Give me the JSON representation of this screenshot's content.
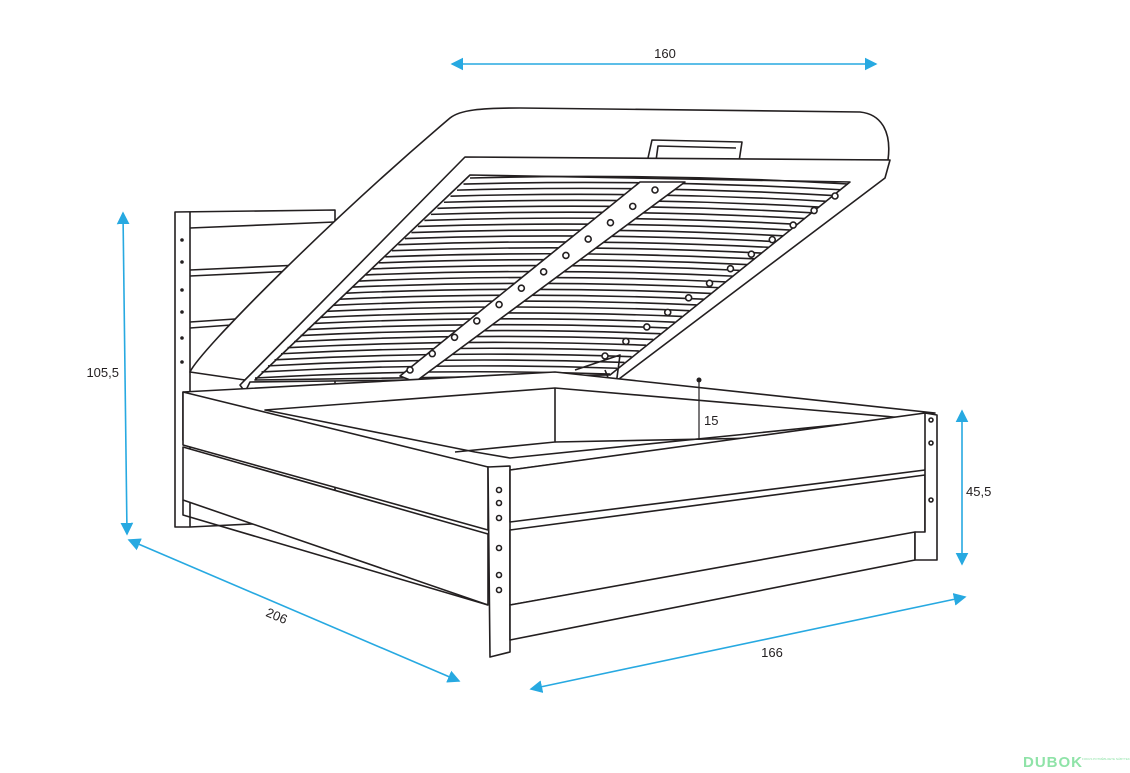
{
  "diagram": {
    "title": "Bed with lifting storage - dimensions",
    "dimensions": {
      "width_top": "160",
      "height_headboard": "105,5",
      "length": "206",
      "width_total": "166",
      "height_side": "45,5",
      "storage_depth": "15"
    },
    "colors": {
      "dimension_line": "#27a9e1",
      "outline": "#231f20",
      "logo": "#8fe3a8"
    },
    "logo": {
      "brand": "DUBOK",
      "tagline": "FOKUS POTRĚBUJETE NÁBYTEK"
    }
  }
}
